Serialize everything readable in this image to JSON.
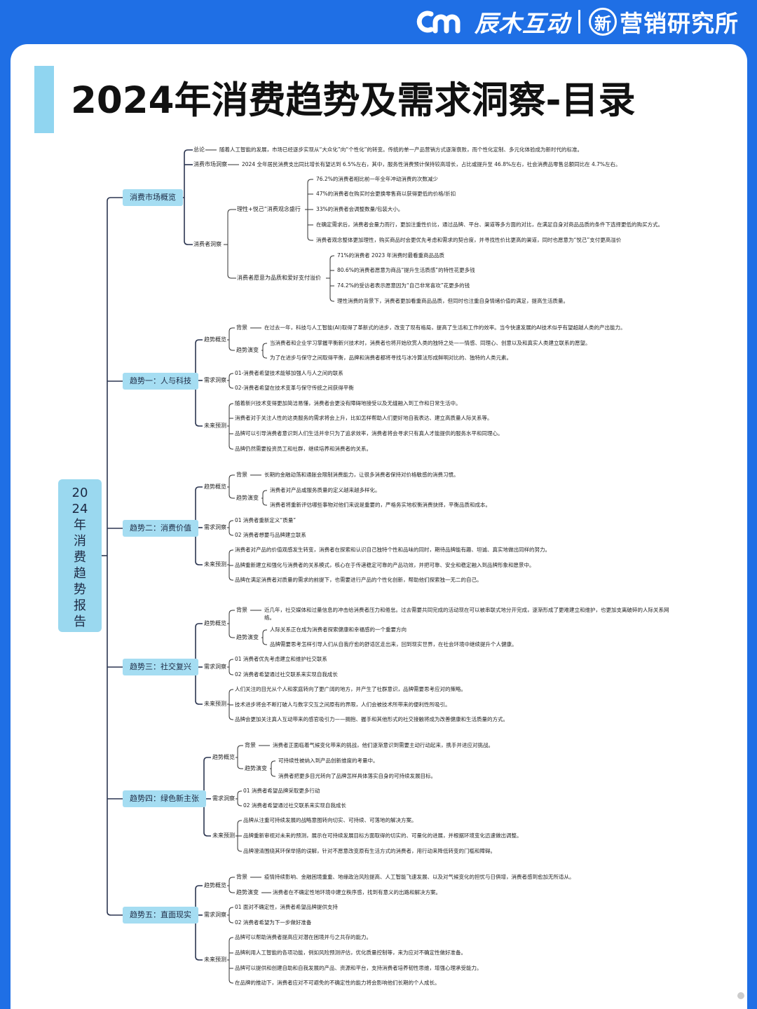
{
  "header": {
    "brand_name": "辰木互动",
    "brand_badge": "新",
    "brand_tagline": "营销研究所"
  },
  "page_title": "2024年消费趋势及需求洞察-目录",
  "root_label": "2024年消费趋势报告",
  "sections": {
    "market": {
      "label": "消费市场概览",
      "summary_label": "总论",
      "summary_text": "随着人工智能的发展，市场已经逐步实现从“大众化”向“个性化”的转变。传统的单一产品营销方式逐渐衰败，而个性化定制、多元化体验成为新时代的标准。",
      "insight_label": "消费市场洞察",
      "insight_text": "2024 全年居民消费支出同比增长有望达到 6.5%左右，其中，服务性消费预计保持较高增长，占比或提升至 46.8%左右，社会消费品零售总额同比在 4.7%左右。",
      "consumer_label": "消费者洞察",
      "rational_label": "理性+悦己”消费观念盛行",
      "rational_items": [
        "76.2%的消费者相比前一年全年冲动消费的次数减少",
        "47%的消费者在购买时会更换零售商以获得更低的价格/折扣",
        "33%的消费者会调整数量/包装大小。",
        "在确定需求后，消费者会量力而行，更加注重性价比，通过品牌、平台、渠道等多方面的对比，在满足自身对商品品质的条件下选择更低的购买方式。",
        "消费者观念整体更加理性，购买商品时会更优先考虑和需求的契合度，并寻找性价比更高的渠道，同时也愿意为“悦己”支付更高溢价"
      ],
      "quality_label": "消费者愿意为品质和爱好支付溢价",
      "quality_items": [
        "71%的消费者 2023 年消费时最看重商品品质",
        "80.6%的消费者愿意为商品“提升生活质感”的特性花更多钱",
        "74.2%的受访者表示愿意因为“自己非常喜欢”花更多的钱",
        "理性消费的背景下，消费者更加看重商品品质，但同时也注重自身情绪价值的满足，提高生活质量。"
      ]
    },
    "t1": {
      "label": "趋势一：人与科技",
      "overview_label": "趋势概览",
      "bg_label": "背景",
      "bg_text": "在过去一年，科技与人工智能(AI)取得了革新式的进步，改变了现有格局，提高了生活和工作的效率。当今快速发展的AI技术似乎有望超越人类的产出能力。",
      "evo_label": "趋势演变",
      "evo_items": [
        "当消费者和企业学习掌握平衡新兴技术时，消费者也将开始欣赏人类的独特之处——情感、同理心、创意以及和真实人类建立联系的愿望。",
        "为了在进步与保守之间取得平衡，品牌和消费者都将寻找与冰冷算法形成鲜明对比的、独特的人类元素。"
      ],
      "needs_label": "需求洞察",
      "needs_items": [
        "01-消费者希望技术能够加强人与人之间的联系",
        "02-消费者希望在技术变革与保守传统之间获得平衡"
      ],
      "future_label": "未来预测",
      "future_items": [
        "随着新兴技术变得更加简洁易懂，消费者会更没有障碍地接受以及无缝融入到工作和日常生活中。",
        "消费者对于关注人性的这类服务的需求将会上升，比如怎样帮助人们更好地自我表达、建立高质量人际关系等。",
        "品牌可以引导消费者意识到人们生活并非只为了追求效率，消费者将会寻求只有真人才能提供的服务水平和同理心。",
        "品牌仍然需要投资员工和社群，继续培养和消费者的关系。"
      ]
    },
    "t2": {
      "label": "趋势二：消费价值",
      "overview_label": "趋势概览",
      "bg_label": "背景",
      "bg_text": "长期的金融动荡和通胀会限制消费能力，让很多消费者保持对价格敏感的消费习惯。",
      "evo_label": "趋势演变",
      "evo_items": [
        "消费者对产品或服务质量的定义越来越多样化。",
        "消费者将重新评估哪些事物对他们来说是重要的，严格务实地权衡消费抉择，平衡品质和成本。"
      ],
      "needs_label": "需求洞察",
      "needs_items": [
        "01 消费者重新定义“质量”",
        "02 消费者想要与品牌建立联系"
      ],
      "future_label": "未来预测",
      "future_items": [
        "消费者对产品的价值观感发生转变，消费者在探索和认识自己独特个性和品味的同时，期待品牌能有趣、坦诚、真实地做出同样的努力。",
        "品牌重新建立和强化与消费者的关系模式，核心在于传递稳定可靠的产品功效，并把可靠、安全和稳定融入到品牌形象和愿景中。",
        "品牌在满足消费者对质量的需求的前提下，也需要进行产品的个性化创新，帮助他们探索独一无二的自己。"
      ]
    },
    "t3": {
      "label": "趋势三：社交复兴",
      "overview_label": "趋势概览",
      "bg_label": "背景",
      "bg_text": "近几年，社交媒体和过量信息的冲击给消费者压力和倦怠。过去需要共同完成的活动现在可以被串联式地分开完成，逐渐形成了更难建立和维护，也更加支离破碎的人际关系网络。",
      "evo_label": "趋势演变",
      "evo_items": [
        "人际关系正在成为消费者探索健康和幸福感的一个重要方向",
        "品牌需要思考怎样引导人们从自我疗愈的舒适区走出来，回到现实世界，在社会环境中继续提升个人健康。"
      ],
      "needs_label": "需求洞察",
      "needs_items": [
        "01 消费者优先考虑建立和维护社交联系",
        "02 消费者希望通过社交联系来实现自我成长"
      ],
      "future_label": "未来预测",
      "future_items": [
        "人们关注的目光从个人和家庭转向了更广阔的地方，并产生了社群意识，品牌需要思考应对的策略。",
        "技术进步将会不断打破人与数字交互之间原有的界限，人们会被技术所带来的便利性所吸引。",
        "品牌会更加关注真人互动带来的感官吸引力——拥抱、握手和其他形式的社交接触将成为改善健康和生活质量的方式。"
      ]
    },
    "t4": {
      "label": "趋势四：绿色新主张",
      "overview_label": "趋势概览",
      "bg_label": "背景",
      "bg_text": "消费者正面临着气候变化带来的挑战，他们逐渐意识到需要主动行动起来，携手并进应对挑战。",
      "evo_label": "趋势演变",
      "evo_items": [
        "可持续性被纳入到产品创新维度的考量中。",
        "消费者把更多目光转向了品牌怎样具体落实自身的可持续发展目标。"
      ],
      "needs_label": "需求洞察",
      "needs_items": [
        "01 消费者希望品牌采取更多行动",
        "02 消费者希望通过社交联系来实现自我成长"
      ],
      "future_label": "未来预测",
      "future_items": [
        "品牌从注重可持续发展的战略意图转向切实、可持续、可落地的解决方案。",
        "品牌重新审视对未来的预测，展示在可持续发展目标方面取得的切实的、可量化的进展，并根据环境变化迅速做出调整。",
        "品牌澄清围绕其环保举措的误解，针对不愿意改变原有生活方式的消费者，用行动来降低转变的门槛和障碍。"
      ]
    },
    "t5": {
      "label": "趋势五：直面现实",
      "overview_label": "趋势概览",
      "bg_label": "背景",
      "bg_text": "疫情持续影响、金融困境重重、地缘政治风险提高、人工智能飞速发展、以及对气候变化的担忧与日俱增，消费者感到愈加无所适从。",
      "evo_label": "趋势演变",
      "evo_text": "消费者在不确定性地环境中建立秩序感，找到有意义的出路和解决方案。",
      "needs_label": "需求洞察",
      "needs_items": [
        "01 面对不确定性，消费者希望品牌提供支持",
        "02 消费者希望为下一步做好准备"
      ],
      "future_label": "未来预测",
      "future_items": [
        "品牌可以帮助消费者提高应对潜在困境并与之共存的能力。",
        "品牌利用人工智能的各项功能，例如风险预测评估，优化质量控制等，来为应对不确定性做好准备。",
        "品牌可以提供和创建自助和自我发展的产品、资源和平台，支持消费者培养韧性思维，增强心理承受能力。",
        "在品牌的推动下，消费者应对不可避免的不确定性的能力将会影响他们长期的个人成长。"
      ]
    }
  }
}
